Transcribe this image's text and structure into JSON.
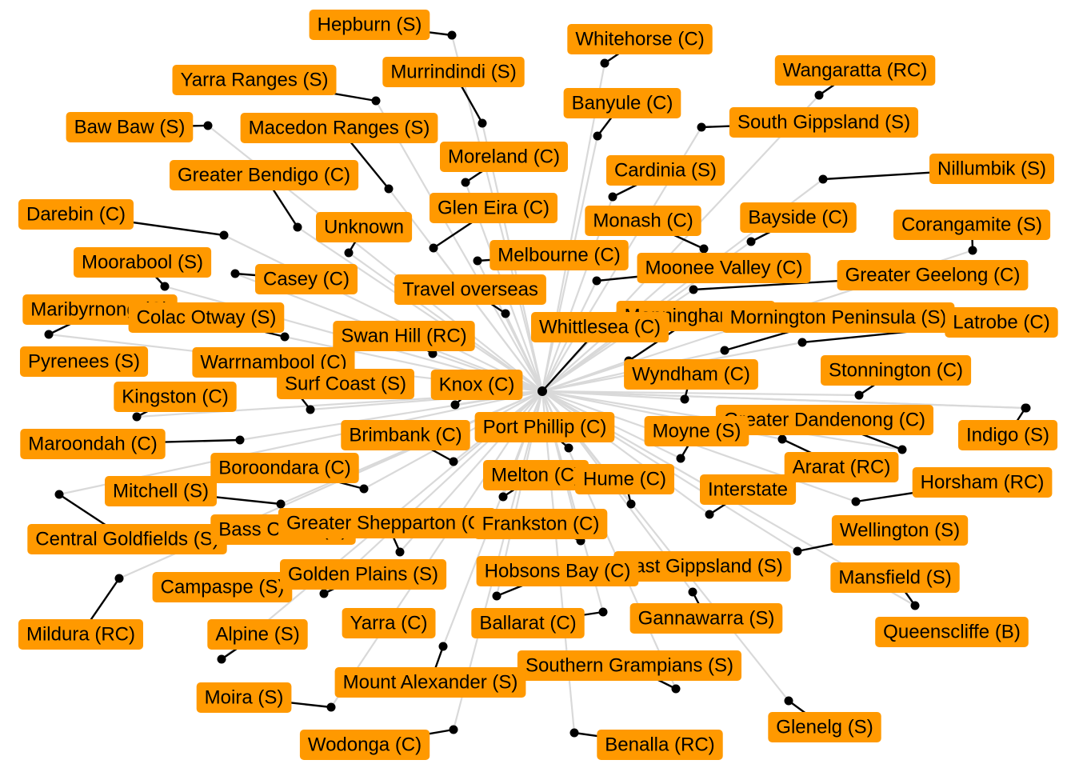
{
  "colors": {
    "label_fill": "#FF9900",
    "edge": "#D9D9D9",
    "node": "#000000",
    "leader": "#000000",
    "text": "#000000"
  },
  "hub": "Whittlesea (C)",
  "nodes": [
    {
      "name": "Hepburn (S)"
    },
    {
      "name": "Whitehorse (C)"
    },
    {
      "name": "Murrindindi (S)"
    },
    {
      "name": "Yarra Ranges (S)"
    },
    {
      "name": "Wangaratta (RC)"
    },
    {
      "name": "Banyule (C)"
    },
    {
      "name": "South Gippsland (S)"
    },
    {
      "name": "Baw Baw (S)"
    },
    {
      "name": "Macedon Ranges (S)"
    },
    {
      "name": "Moreland (C)"
    },
    {
      "name": "Nillumbik (S)"
    },
    {
      "name": "Greater Bendigo (C)"
    },
    {
      "name": "Cardinia (S)"
    },
    {
      "name": "Glen Eira (C)"
    },
    {
      "name": "Darebin (C)"
    },
    {
      "name": "Unknown"
    },
    {
      "name": "Monash (C)"
    },
    {
      "name": "Bayside (C)"
    },
    {
      "name": "Corangamite (S)"
    },
    {
      "name": "Moorabool (S)"
    },
    {
      "name": "Melbourne (C)"
    },
    {
      "name": "Casey (C)"
    },
    {
      "name": "Moonee Valley (C)"
    },
    {
      "name": "Greater Geelong (C)"
    },
    {
      "name": "Travel overseas"
    },
    {
      "name": "Maribyrnong (C)"
    },
    {
      "name": "Colac Otway (S)"
    },
    {
      "name": "Manningham (C)"
    },
    {
      "name": "Mornington Peninsula (S)"
    },
    {
      "name": "Latrobe (C)"
    },
    {
      "name": "Swan Hill (RC)"
    },
    {
      "name": "Pyrenees (S)"
    },
    {
      "name": "Warrnambool (C)"
    },
    {
      "name": "Wyndham (C)"
    },
    {
      "name": "Stonnington (C)"
    },
    {
      "name": "Surf Coast (S)"
    },
    {
      "name": "Knox (C)"
    },
    {
      "name": "Kingston (C)"
    },
    {
      "name": "Greater Dandenong (C)"
    },
    {
      "name": "Indigo (S)"
    },
    {
      "name": "Brimbank (C)"
    },
    {
      "name": "Port Phillip (C)"
    },
    {
      "name": "Moyne (S)"
    },
    {
      "name": "Maroondah (C)"
    },
    {
      "name": "Ararat (RC)"
    },
    {
      "name": "Boroondara (C)"
    },
    {
      "name": "Melton (C)"
    },
    {
      "name": "Hume (C)"
    },
    {
      "name": "Interstate"
    },
    {
      "name": "Horsham (RC)"
    },
    {
      "name": "Mitchell (S)"
    },
    {
      "name": "Wellington (S)"
    },
    {
      "name": "Central Goldfields (S)"
    },
    {
      "name": "Bass Coast (S)"
    },
    {
      "name": "Greater Shepparton (C)"
    },
    {
      "name": "Frankston (C)"
    },
    {
      "name": "East Gippsland (S)"
    },
    {
      "name": "Campaspe (S)"
    },
    {
      "name": "Golden Plains (S)"
    },
    {
      "name": "Hobsons Bay (C)"
    },
    {
      "name": "Mansfield (S)"
    },
    {
      "name": "Gannawarra (S)"
    },
    {
      "name": "Yarra (C)"
    },
    {
      "name": "Ballarat (C)"
    },
    {
      "name": "Mildura (RC)"
    },
    {
      "name": "Alpine (S)"
    },
    {
      "name": "Queenscliffe (B)"
    },
    {
      "name": "Southern Grampians (S)"
    },
    {
      "name": "Mount Alexander (S)"
    },
    {
      "name": "Moira (S)"
    },
    {
      "name": "Glenelg (S)"
    },
    {
      "name": "Wodonga (C)"
    },
    {
      "name": "Benalla (RC)"
    }
  ]
}
